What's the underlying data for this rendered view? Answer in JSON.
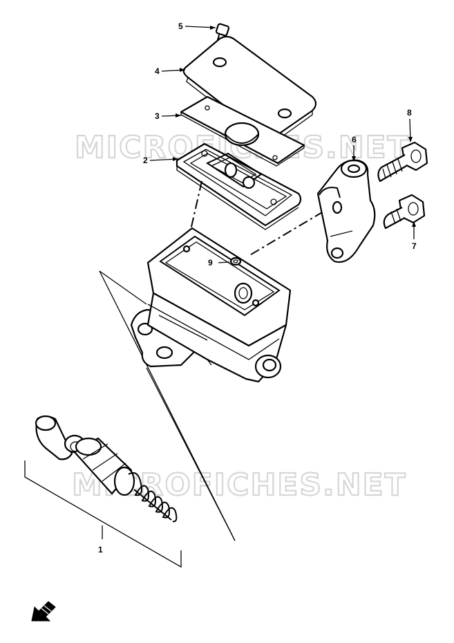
{
  "watermark": {
    "upper": "MICROFICHES.NET",
    "lower": "MICROFICHES.NET"
  },
  "callouts": {
    "p1": "1",
    "p2": "2",
    "p3": "3",
    "p4": "4",
    "p5": "5",
    "p6": "6",
    "p7": "7",
    "p8": "8",
    "p9": "9"
  },
  "colors": {
    "line": "#000000",
    "background": "#ffffff",
    "watermark_outline": "#d6d6d6"
  },
  "icons": {
    "front_direction": "front-arrow-icon"
  }
}
